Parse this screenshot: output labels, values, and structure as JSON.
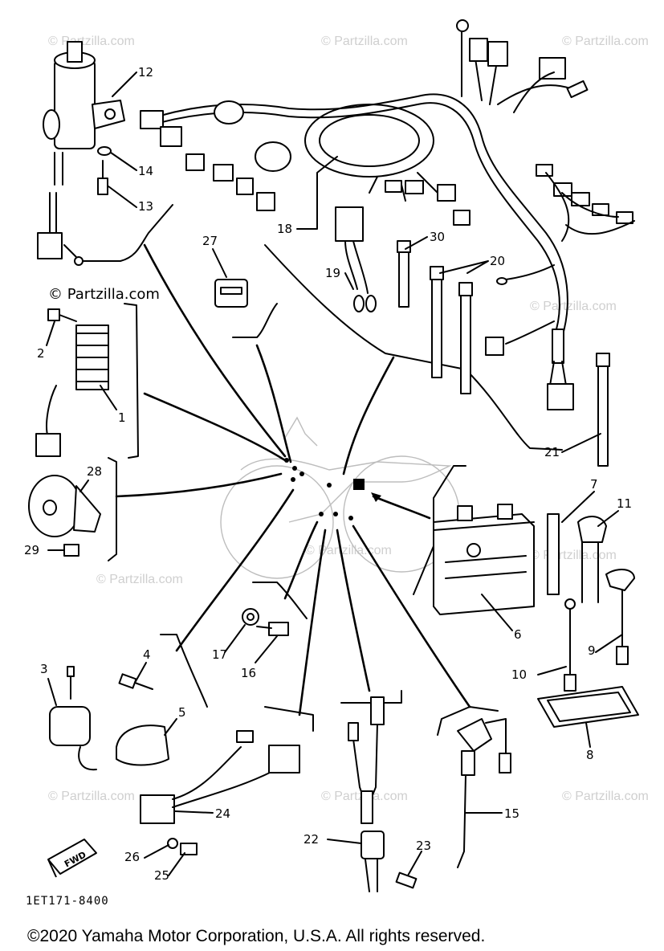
{
  "watermark": "© Partzilla.com",
  "drawing_code": "1ET171-8400",
  "direction_marker": "FWD",
  "copyright": "©2020 Yamaha Motor Corporation, U.S.A. All rights reserved.",
  "callouts": [
    "1",
    "2",
    "3",
    "4",
    "5",
    "6",
    "7",
    "8",
    "9",
    "10",
    "11",
    "12",
    "13",
    "14",
    "15",
    "16",
    "17",
    "18",
    "19",
    "20",
    "21",
    "22",
    "23",
    "24",
    "25",
    "26",
    "27",
    "28",
    "29",
    "30"
  ]
}
